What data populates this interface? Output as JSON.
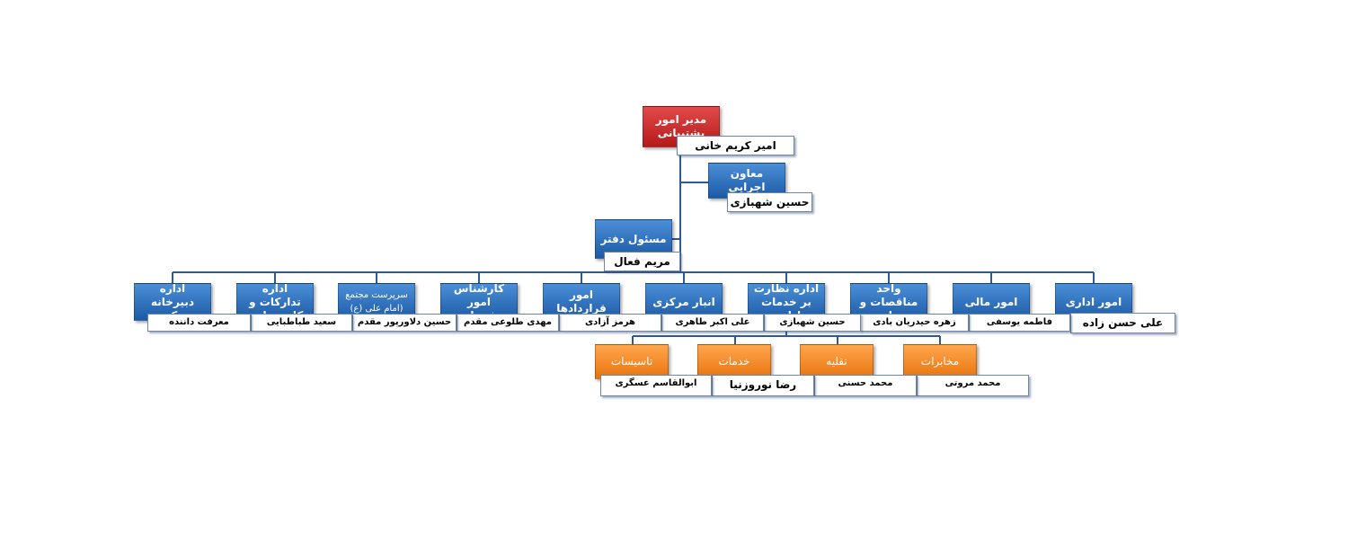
{
  "colors": {
    "root": "#c62828",
    "unit": "#2e6fbf",
    "sub": "#f58a1f",
    "connector": "#2e5a94"
  },
  "root": {
    "title": "مدیر امور پشتیبانی",
    "person": "امیر کریم خانی"
  },
  "deputy": {
    "title": "معاون اجرایی",
    "person": "حسین شهبازی"
  },
  "office": {
    "title": "مسئول دفتر",
    "person": "مریم فعال"
  },
  "units": [
    {
      "title": "امور اداری",
      "person": "علی حسن زاده"
    },
    {
      "title": "امور مالی",
      "person": "فاطمه یوسفی"
    },
    {
      "title": "واحد مناقصات و مزایده",
      "person": "زهره حیدریان بادی"
    },
    {
      "title": "اداره نظارت بر خدمات اداری",
      "person": "حسین شهبازی"
    },
    {
      "title": "انبار مرکزی",
      "person": "علی اکبر طاهری"
    },
    {
      "title": "امور قراردادها",
      "person": "هرمز آزادی"
    },
    {
      "title": "کارشناس امور پشتیبانی",
      "person": "مهدی طلوعی مقدم"
    },
    {
      "title": "سرپرست مجتمع (امام علی (ع)",
      "person": "حسین دلاورپور مقدم"
    },
    {
      "title": "اداره تدارکات و کار پردازی",
      "person": "سعید طباطبایی"
    },
    {
      "title": "اداره دبیرخانه مرکزی",
      "person": "معرفت داننده"
    }
  ],
  "subunits": [
    {
      "title": "مخابرات",
      "person": "محمد مروتی"
    },
    {
      "title": "نقلیه",
      "person": "محمد حسنی"
    },
    {
      "title": "خدمات",
      "person": "رضا نوروزنیا"
    },
    {
      "title": "تاسیسات",
      "person": "ابوالقاسم عسگری"
    }
  ]
}
